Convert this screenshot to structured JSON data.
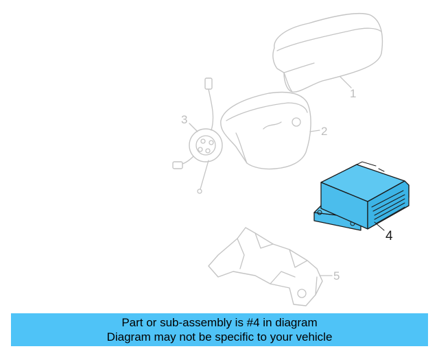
{
  "diagram": {
    "callouts": {
      "part1": "1",
      "part2": "2",
      "part3": "3",
      "part4": "4",
      "part5": "5"
    },
    "highlighted_part": "4",
    "highlight_color": "#4fc3f7",
    "ghost_color": "#c4c4c4",
    "parts": [
      {
        "callout": "1",
        "icon": "steering-wheel-cover-icon"
      },
      {
        "callout": "2",
        "icon": "airbag-module-icon"
      },
      {
        "callout": "3",
        "icon": "clock-spring-icon"
      },
      {
        "callout": "4",
        "icon": "airbag-control-module-icon"
      },
      {
        "callout": "5",
        "icon": "mounting-bracket-icon"
      }
    ]
  },
  "banner": {
    "line1": "Part or sub-assembly is #4 in diagram",
    "line2": "Diagram may not be specific to your vehicle",
    "background": "#4fc3f7"
  }
}
